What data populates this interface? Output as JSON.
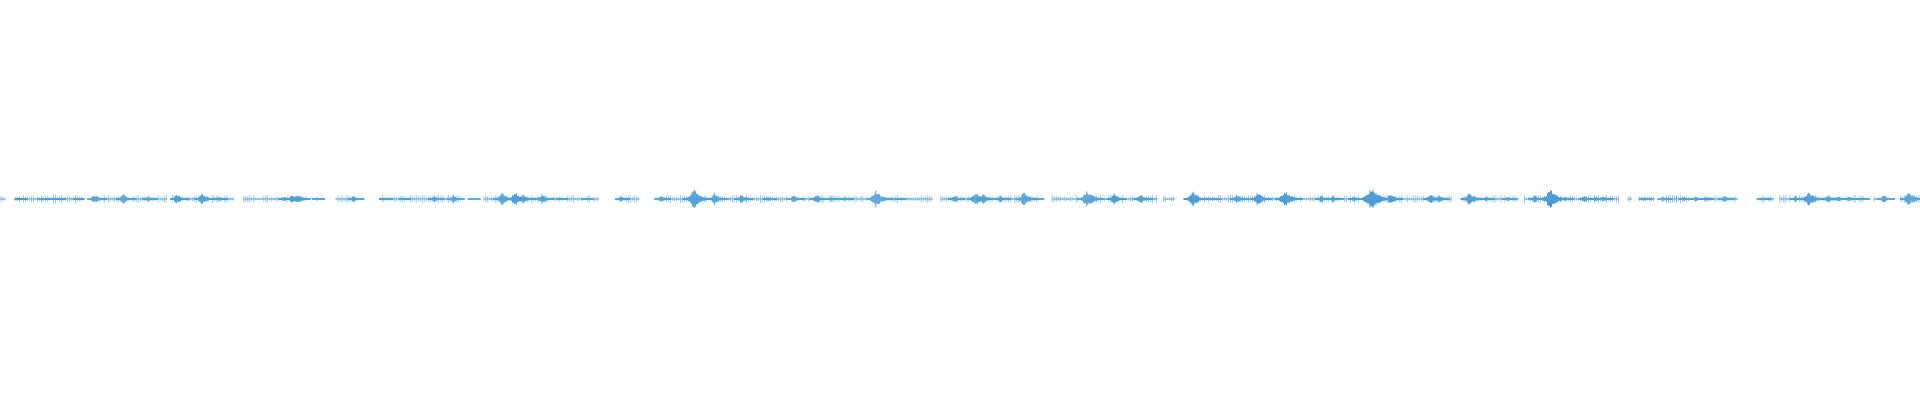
{
  "waveform": {
    "color": "#4a9fd8",
    "background": "#ffffff",
    "duration_fraction": 1.0,
    "segments": [
      [
        0.0,
        0.003
      ],
      [
        0.008,
        0.043
      ],
      [
        0.048,
        0.087
      ],
      [
        0.09,
        0.122
      ],
      [
        0.127,
        0.16
      ],
      [
        0.175,
        0.185
      ],
      [
        0.198,
        0.24
      ],
      [
        0.252,
        0.312
      ],
      [
        0.322,
        0.333
      ],
      [
        0.344,
        0.368
      ],
      [
        0.37,
        0.41
      ],
      [
        0.414,
        0.452
      ],
      [
        0.46,
        0.486
      ],
      [
        0.49,
        0.542
      ],
      [
        0.548,
        0.562
      ],
      [
        0.566,
        0.603
      ],
      [
        0.606,
        0.612
      ],
      [
        0.62,
        0.668
      ],
      [
        0.671,
        0.708
      ],
      [
        0.71,
        0.756
      ],
      [
        0.762,
        0.791
      ],
      [
        0.794,
        0.843
      ],
      [
        0.848,
        0.85
      ],
      [
        0.854,
        0.862
      ],
      [
        0.874,
        0.868
      ],
      [
        0.868,
        0.88
      ],
      [
        0.888,
        0.905
      ],
      [
        0.915,
        0.924
      ],
      [
        0.927,
        0.933
      ],
      [
        0.935,
        0.96
      ],
      [
        0.962,
        0.972
      ],
      [
        0.976,
        0.978
      ],
      [
        0.981,
        0.984
      ],
      [
        0.99,
        1.0
      ]
    ],
    "peaks": [
      {
        "x": 0.01,
        "a": 0.1
      },
      {
        "x": 0.022,
        "a": 0.08
      },
      {
        "x": 0.026,
        "a": 0.07
      },
      {
        "x": 0.03,
        "a": 0.09
      },
      {
        "x": 0.04,
        "a": 0.07
      },
      {
        "x": 0.049,
        "a": 0.28
      },
      {
        "x": 0.064,
        "a": 0.3
      },
      {
        "x": 0.077,
        "a": 0.14
      },
      {
        "x": 0.092,
        "a": 0.26
      },
      {
        "x": 0.105,
        "a": 0.33
      },
      {
        "x": 0.114,
        "a": 0.12
      },
      {
        "x": 0.148,
        "a": 0.18
      },
      {
        "x": 0.152,
        "a": 0.24
      },
      {
        "x": 0.155,
        "a": 0.29
      },
      {
        "x": 0.165,
        "a": 0.1
      },
      {
        "x": 0.184,
        "a": 0.2
      },
      {
        "x": 0.2,
        "a": 0.12
      },
      {
        "x": 0.21,
        "a": 0.07
      },
      {
        "x": 0.226,
        "a": 0.18
      },
      {
        "x": 0.236,
        "a": 0.24
      },
      {
        "x": 0.246,
        "a": 0.09
      },
      {
        "x": 0.261,
        "a": 0.36
      },
      {
        "x": 0.268,
        "a": 0.42
      },
      {
        "x": 0.272,
        "a": 0.28
      },
      {
        "x": 0.282,
        "a": 0.28
      },
      {
        "x": 0.292,
        "a": 0.07
      },
      {
        "x": 0.305,
        "a": 0.07
      },
      {
        "x": 0.323,
        "a": 0.15
      },
      {
        "x": 0.344,
        "a": 0.22
      },
      {
        "x": 0.361,
        "a": 0.56
      },
      {
        "x": 0.372,
        "a": 0.33
      },
      {
        "x": 0.386,
        "a": 0.27
      },
      {
        "x": 0.4,
        "a": 0.12
      },
      {
        "x": 0.413,
        "a": 0.24
      },
      {
        "x": 0.425,
        "a": 0.28
      },
      {
        "x": 0.433,
        "a": 0.14
      },
      {
        "x": 0.44,
        "a": 0.12
      },
      {
        "x": 0.456,
        "a": 0.48
      },
      {
        "x": 0.468,
        "a": 0.06
      },
      {
        "x": 0.497,
        "a": 0.22
      },
      {
        "x": 0.508,
        "a": 0.42
      },
      {
        "x": 0.512,
        "a": 0.28
      },
      {
        "x": 0.521,
        "a": 0.2
      },
      {
        "x": 0.533,
        "a": 0.38
      },
      {
        "x": 0.54,
        "a": 0.08
      },
      {
        "x": 0.566,
        "a": 0.5
      },
      {
        "x": 0.58,
        "a": 0.3
      },
      {
        "x": 0.594,
        "a": 0.3
      },
      {
        "x": 0.621,
        "a": 0.44
      },
      {
        "x": 0.632,
        "a": 0.1
      },
      {
        "x": 0.644,
        "a": 0.26
      },
      {
        "x": 0.655,
        "a": 0.38
      },
      {
        "x": 0.669,
        "a": 0.5
      },
      {
        "x": 0.688,
        "a": 0.2
      },
      {
        "x": 0.694,
        "a": 0.2
      },
      {
        "x": 0.705,
        "a": 0.15
      },
      {
        "x": 0.714,
        "a": 0.66
      },
      {
        "x": 0.724,
        "a": 0.3
      },
      {
        "x": 0.745,
        "a": 0.28
      },
      {
        "x": 0.749,
        "a": 0.24
      },
      {
        "x": 0.765,
        "a": 0.4
      },
      {
        "x": 0.774,
        "a": 0.12
      },
      {
        "x": 0.785,
        "a": 0.16
      },
      {
        "x": 0.799,
        "a": 0.22
      },
      {
        "x": 0.807,
        "a": 0.58
      },
      {
        "x": 0.815,
        "a": 0.12
      },
      {
        "x": 0.825,
        "a": 0.18
      },
      {
        "x": 0.831,
        "a": 0.14
      },
      {
        "x": 0.835,
        "a": 0.18
      },
      {
        "x": 0.856,
        "a": 0.12
      },
      {
        "x": 0.866,
        "a": 0.16
      },
      {
        "x": 0.877,
        "a": 0.14
      },
      {
        "x": 0.883,
        "a": 0.16
      },
      {
        "x": 0.888,
        "a": 0.12
      },
      {
        "x": 0.898,
        "a": 0.2
      },
      {
        "x": 0.918,
        "a": 0.12
      },
      {
        "x": 0.935,
        "a": 0.18
      },
      {
        "x": 0.942,
        "a": 0.42
      },
      {
        "x": 0.952,
        "a": 0.22
      },
      {
        "x": 0.957,
        "a": 0.18
      },
      {
        "x": 0.963,
        "a": 0.14
      },
      {
        "x": 0.97,
        "a": 0.08
      },
      {
        "x": 0.981,
        "a": 0.24
      },
      {
        "x": 0.994,
        "a": 0.4
      }
    ]
  }
}
